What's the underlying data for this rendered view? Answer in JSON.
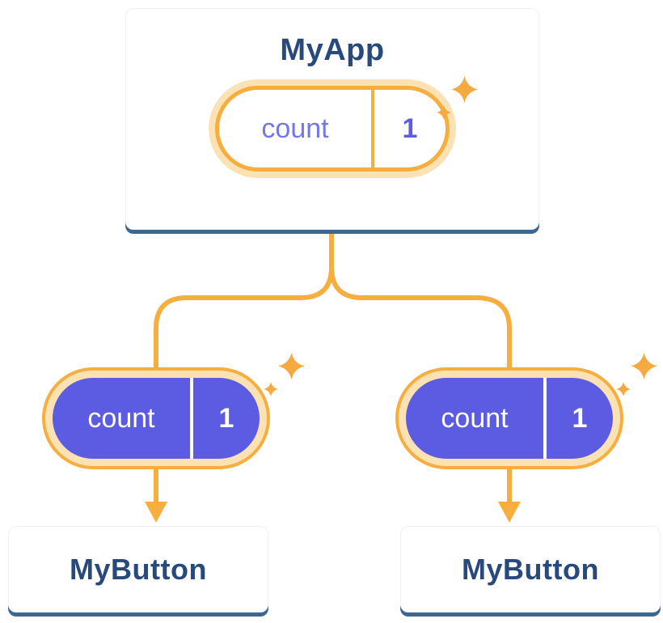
{
  "root": {
    "title": "MyApp",
    "state": {
      "label": "count",
      "value": "1"
    }
  },
  "children": [
    {
      "title": "MyButton",
      "state": {
        "label": "count",
        "value": "1"
      }
    },
    {
      "title": "MyButton",
      "state": {
        "label": "count",
        "value": "1"
      }
    }
  ],
  "icons": {
    "sparkle": "✦",
    "arrow": "▼"
  },
  "colors": {
    "line_orange": "#f6ae3f",
    "ring_cream": "#fbe2b4",
    "pill_purple": "#5b5ce2",
    "pill_label_purple": "#7477ea",
    "text_navy": "#28497b",
    "card_shadow_blue": "#3d6793",
    "card_bg": "#ffffff",
    "sparkle_orange": "#f5a93f"
  }
}
